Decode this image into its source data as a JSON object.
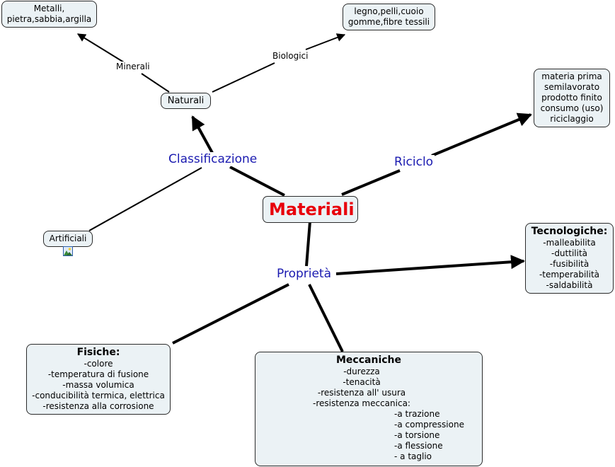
{
  "root": {
    "label": "Materiali",
    "color": "#e8000b"
  },
  "link_labels": {
    "classificazione": "Classificazione",
    "riciclo": "Riciclo",
    "proprieta": "Proprietà",
    "minerali": "Minerali",
    "biologici": "Biologici"
  },
  "nodes": {
    "naturali": {
      "lines": [
        "Naturali"
      ]
    },
    "artificiali": {
      "lines": [
        "Artificiali"
      ]
    },
    "minerali_examples": {
      "lines": [
        "Metalli,",
        "pietra,sabbia,argilla"
      ]
    },
    "biologici_examples": {
      "lines": [
        "legno,pelli,cuoio",
        "gomme,fibre tessili"
      ]
    },
    "riciclo_stages": {
      "lines": [
        "materia prima",
        "semilavorato",
        "prodotto finito",
        "consumo (uso)",
        "riciclaggio"
      ]
    },
    "tecnologiche": {
      "title": "Tecnologiche:",
      "lines": [
        "-malleabilita",
        "-duttilità",
        "-fusibilità",
        "-temperabilità",
        "-saldabilità"
      ]
    },
    "fisiche": {
      "title": "Fisiche:",
      "lines": [
        "-colore",
        "-temperatura di fusione",
        "-massa volumica",
        "-conducibilità termica, elettrica",
        "-resistenza alla corrosione"
      ]
    },
    "meccaniche": {
      "title": "Meccaniche",
      "lines": [
        "-durezza",
        "-tenacità",
        "-resistenza all' usura",
        "-resistenza meccanica:"
      ],
      "sub_lines": [
        "-a trazione",
        "-a compressione",
        "-a torsione",
        "-a flessione",
        "- a taglio"
      ]
    }
  },
  "colors": {
    "node_bg": "#ebf2f5",
    "link_label": "#1a1ab0",
    "line": "#000000"
  },
  "icons": {
    "artificiali_attachment": "image-icon"
  }
}
